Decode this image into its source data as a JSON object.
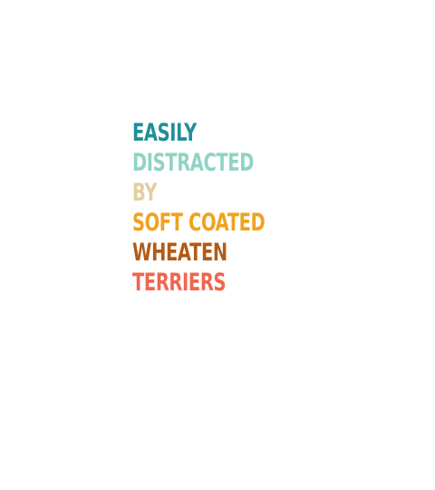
{
  "lines": [
    {
      "text": "EASILY",
      "color": "#1f8f98"
    },
    {
      "text": "DISTRACTED",
      "color": "#8fd3c4"
    },
    {
      "text": "BY",
      "color": "#e2cf9e"
    },
    {
      "text": "SOFT COATED",
      "color": "#f0a21e"
    },
    {
      "text": "WHEATEN",
      "color": "#b35a16"
    },
    {
      "text": "TERRIERS",
      "color": "#f0664e"
    }
  ]
}
